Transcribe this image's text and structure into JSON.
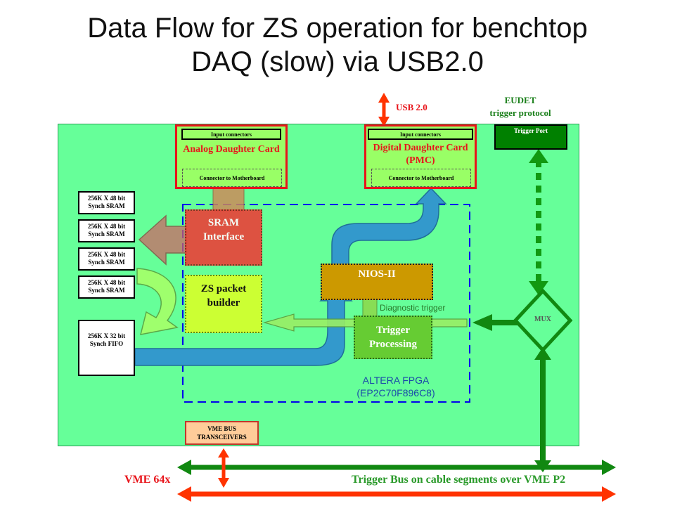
{
  "title": {
    "line1": "Data Flow for ZS operation for benchtop",
    "line2": "DAQ (slow) via USB2.0"
  },
  "usb": {
    "label": "USB 2.0"
  },
  "eudet": {
    "line1": "EUDET",
    "line2": "trigger protocol"
  },
  "analog_card": {
    "input": "Input connectors",
    "title": "Analog Daughter Card",
    "connector": "Connector to Motherboard"
  },
  "digital_card": {
    "input": "Input connectors",
    "title_line1": "Digital Daughter Card",
    "title_line2": "(PMC)",
    "connector": "Connector to Motherboard"
  },
  "trigger_port": {
    "label": "Trigger Port"
  },
  "memories": [
    {
      "line1": "256K X 48 bit",
      "line2": "Synch SRAM"
    },
    {
      "line1": "256K X 48 bit",
      "line2": "Synch SRAM"
    },
    {
      "line1": "256K X 48 bit",
      "line2": "Synch SRAM"
    },
    {
      "line1": "256K X 48 bit",
      "line2": "Synch SRAM"
    }
  ],
  "fifo": {
    "line1": "256K X 32 bit",
    "line2": "Synch FIFO"
  },
  "sram_interface": {
    "line1": "SRAM",
    "line2": "Interface"
  },
  "zs_builder": {
    "line1": "ZS packet",
    "line2": "builder"
  },
  "nios": {
    "label": "NIOS-II"
  },
  "trigger_processing": {
    "line1": "Trigger",
    "line2": "Processing"
  },
  "diagnostic": {
    "label": "Diagnostic trigger"
  },
  "mux": {
    "label": "MUX"
  },
  "fpga": {
    "line1": "ALTERA FPGA",
    "line2": "(EP2C70F896C8)"
  },
  "vme_transceivers": {
    "line1": "VME BUS",
    "line2": "TRANSCEIVERS"
  },
  "vme64x": {
    "label": "VME 64x"
  },
  "trigger_bus": {
    "label": "Trigger Bus on cable segments over VME P2"
  },
  "colors": {
    "board": "#66ff99",
    "card": "#99ff66",
    "card_border": "#e8141a",
    "sram_interface": "#e8443a",
    "zs_builder": "#ccff33",
    "nios": "#cc9900",
    "trigger_processing": "#66cc33",
    "trigger_port": "#008000",
    "data_flow": "#3399cc",
    "vme_bus": "#ff3300",
    "trigger_bus": "#118811",
    "fpga_border": "#0000ee"
  }
}
